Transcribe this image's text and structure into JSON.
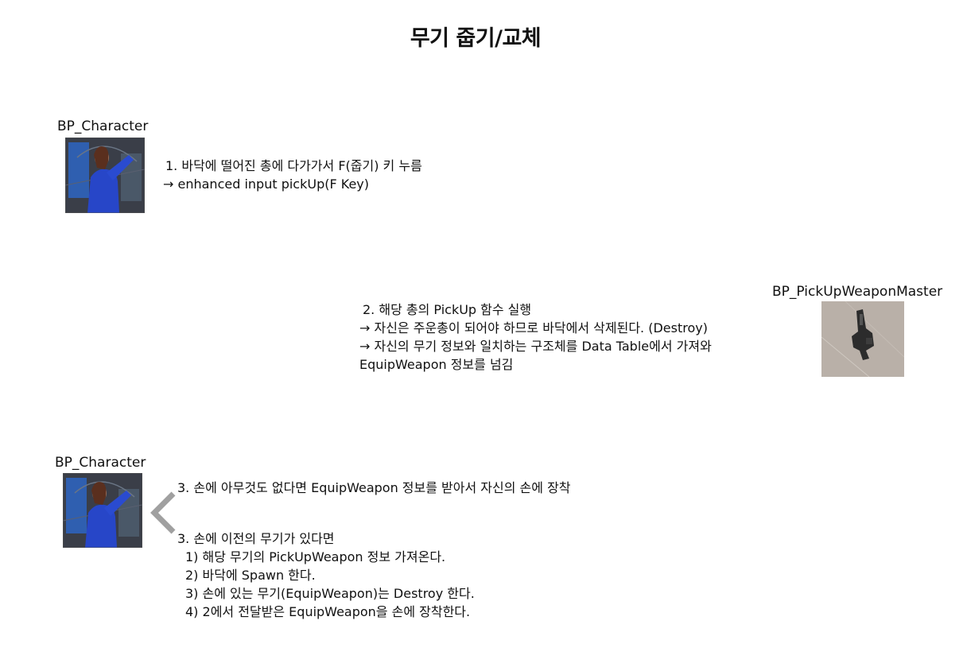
{
  "title": "무기 줍기/교체",
  "character_label_1": "BP_Character",
  "character_label_2": "BP_Character",
  "weapon_label": "BP_PickUpWeaponMaster",
  "step1": {
    "line1": "1. 바닥에 떨어진 총에 다가가서 F(줍기) 키 누름",
    "line2": "→ enhanced input pickUp(F Key)"
  },
  "step2": {
    "line1": "2.  해당 총의 PickUp 함수 실행",
    "line2": "→ 자신은 주운총이 되어야 하므로 바닥에서 삭제된다. (Destroy)",
    "line3": "→ 자신의 무기 정보와 일치하는 구조체를 Data Table에서 가져와",
    "line4": "EquipWeapon 정보를 넘김"
  },
  "step3a": "3. 손에 아무것도 없다면 EquipWeapon 정보를 받아서 자신의 손에 장착",
  "step3b": {
    "heading": "3. 손에 이전의 무기가 있다면",
    "items": [
      "1) 해당 무기의 PickUpWeapon 정보 가져온다.",
      "2) 바닥에 Spawn 한다.",
      "3) 손에 있는 무기(EquipWeapon)는 Destroy 한다.",
      "4) 2에서 전달받은 EquipWeapon을 손에 장착한다."
    ]
  },
  "icons": {
    "character_thumbnail": "character-thumbnail",
    "weapon_thumbnail": "weapon-thumbnail",
    "branch_chevron": "chevron-left-icon"
  },
  "colors": {
    "text": "#111111",
    "background": "#ffffff",
    "chevron": "#a0a0a0"
  }
}
